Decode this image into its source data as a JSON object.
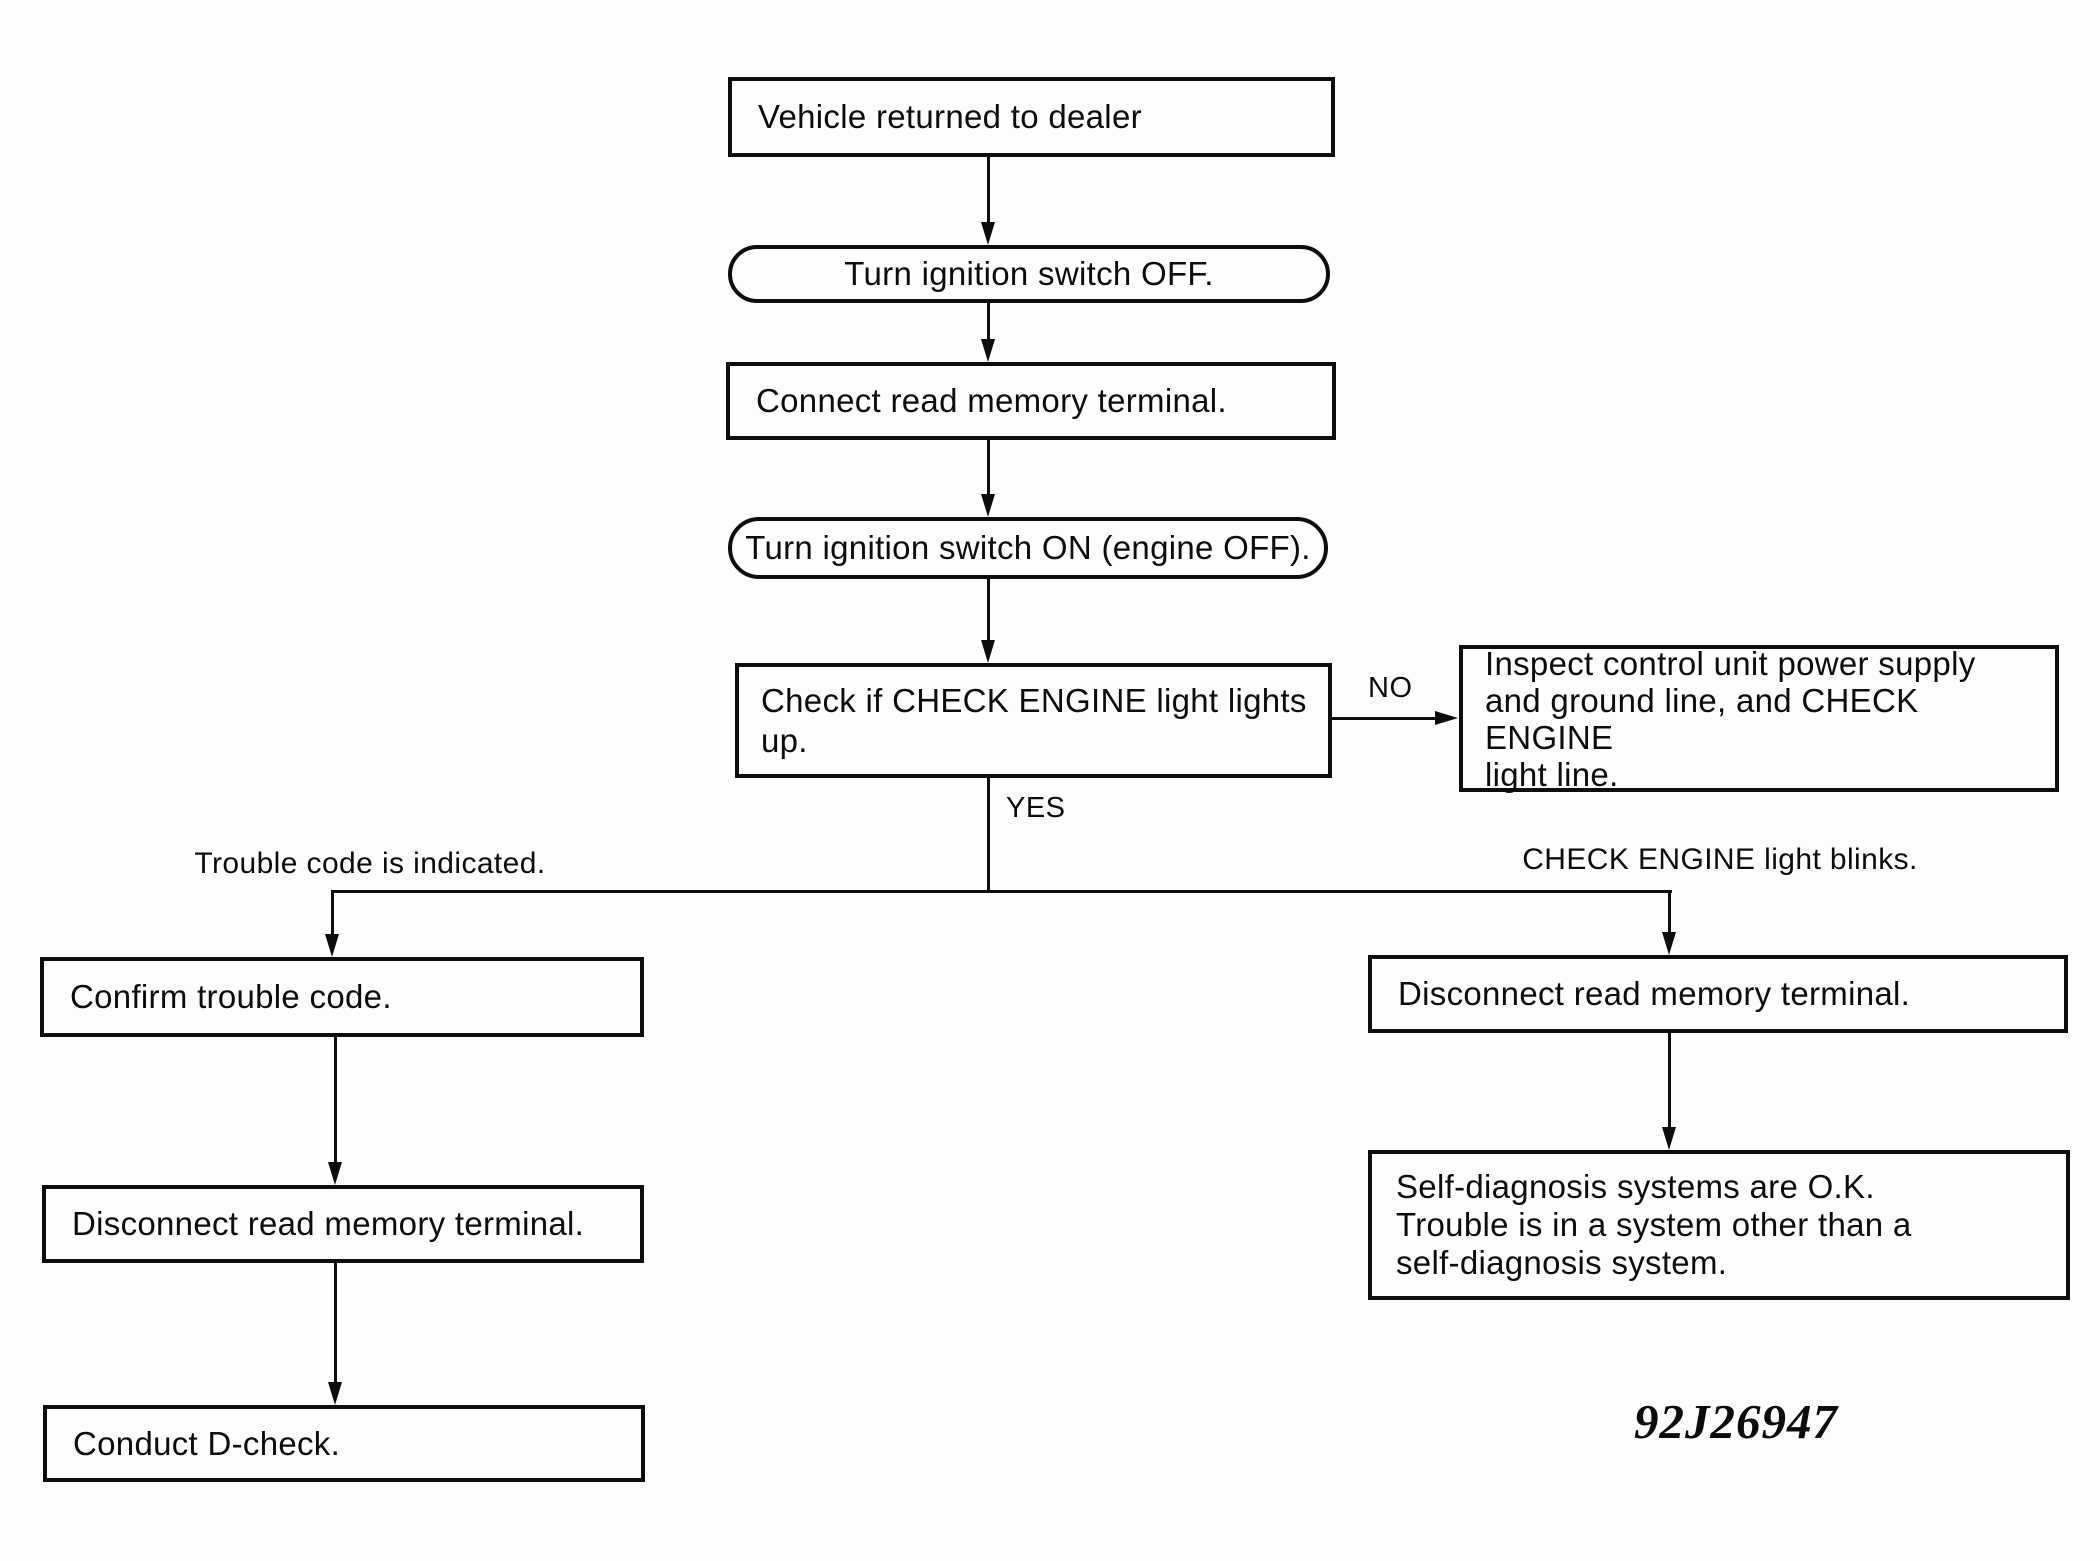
{
  "page": {
    "background_color": "#fdfdfd",
    "ink_color": "#0d0d0d"
  },
  "figure_id": "92J26947",
  "edge_labels": {
    "yes": "YES",
    "no": "NO"
  },
  "branch_labels": {
    "left": "Trouble code is indicated.",
    "right": "CHECK ENGINE light blinks."
  },
  "nodes": {
    "start": {
      "shape": "rect",
      "text": "Vehicle returned to dealer"
    },
    "ignition_off": {
      "shape": "stadium",
      "text": "Turn ignition switch OFF."
    },
    "connect_terminal": {
      "shape": "rect",
      "text": "Connect read memory terminal."
    },
    "ignition_on": {
      "shape": "stadium",
      "text": "Turn ignition switch ON (engine OFF)."
    },
    "check_light": {
      "shape": "rect",
      "lines": [
        "Check if CHECK ENGINE light lights",
        "up."
      ]
    },
    "inspect_unit": {
      "shape": "rect",
      "lines": [
        "Inspect control unit power supply",
        "and ground line, and CHECK ENGINE",
        "light line."
      ]
    },
    "confirm_code": {
      "shape": "rect",
      "text": "Confirm trouble code."
    },
    "disconnect_left": {
      "shape": "rect",
      "text": "Disconnect read memory terminal."
    },
    "conduct_d_check": {
      "shape": "rect",
      "text": "Conduct D-check."
    },
    "disconnect_right": {
      "shape": "rect",
      "text": "Disconnect read memory terminal."
    },
    "self_diagnosis_ok": {
      "shape": "rect",
      "lines": [
        "Self-diagnosis systems are O.K.",
        "Trouble is in a system other than a",
        "self-diagnosis system."
      ]
    }
  }
}
